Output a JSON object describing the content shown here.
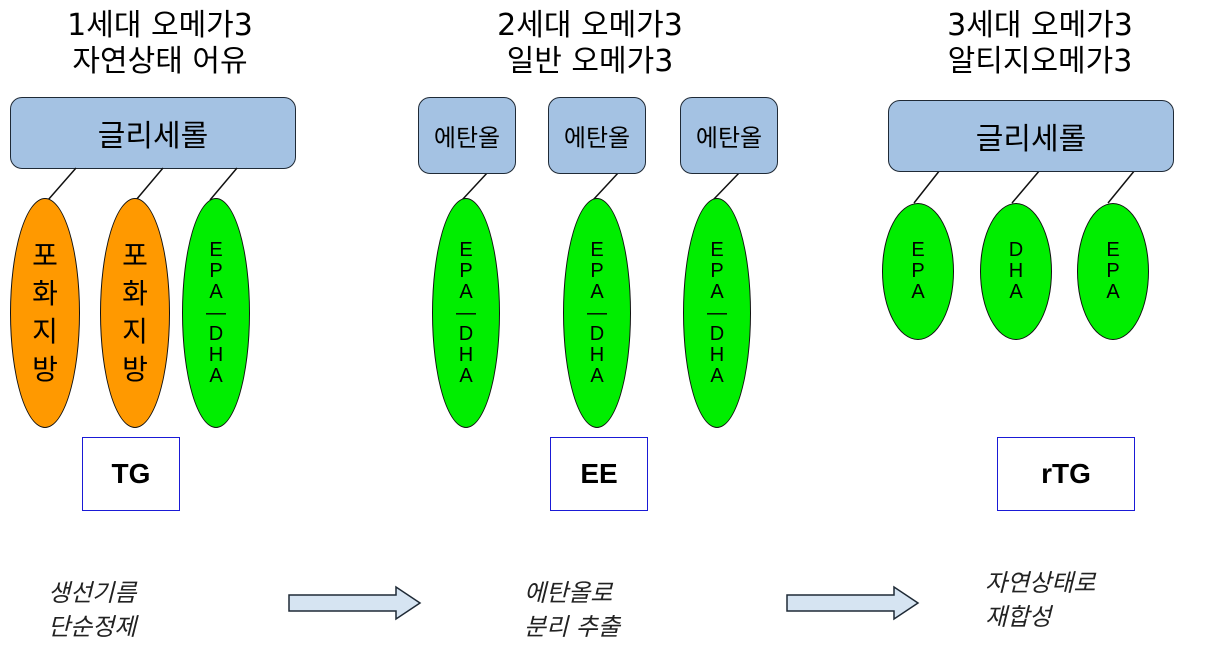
{
  "generations": [
    {
      "title_line1": "1세대 오메가3",
      "title_line2": "자연상태 어유",
      "backbone": "글리세롤",
      "chains": [
        {
          "label": "포화지방",
          "letters": [
            "포",
            "화",
            "지",
            "방"
          ]
        },
        {
          "label": "포화지방",
          "letters": [
            "포",
            "화",
            "지",
            "방"
          ]
        },
        {
          "label": "EPA DHA",
          "letters": [
            "E",
            "P",
            "A",
            "—",
            "D",
            "H",
            "A"
          ]
        }
      ],
      "box_label": "TG",
      "note_line1": "생선기름",
      "note_line2": "단순정제"
    },
    {
      "title_line1": "2세대 오메가3",
      "title_line2": "일반 오메가3",
      "backbones": [
        "에탄올",
        "에탄올",
        "에탄올"
      ],
      "chains": [
        {
          "label": "EPA DHA",
          "letters": [
            "E",
            "P",
            "A",
            "—",
            "D",
            "H",
            "A"
          ]
        },
        {
          "label": "EPA DHA",
          "letters": [
            "E",
            "P",
            "A",
            "—",
            "D",
            "H",
            "A"
          ]
        },
        {
          "label": "EPA DHA",
          "letters": [
            "E",
            "P",
            "A",
            "—",
            "D",
            "H",
            "A"
          ]
        }
      ],
      "box_label": "EE",
      "note_line1": "에탄올로",
      "note_line2": "분리 추출"
    },
    {
      "title_line1": "3세대 오메가3",
      "title_line2": "알티지오메가3",
      "backbone": "글리세롤",
      "chains": [
        {
          "label": "EPA",
          "letters": [
            "E",
            "P",
            "A"
          ]
        },
        {
          "label": "DHA",
          "letters": [
            "D",
            "H",
            "A"
          ]
        },
        {
          "label": "EPA",
          "letters": [
            "E",
            "P",
            "A"
          ]
        }
      ],
      "box_label": "rTG",
      "note_line1": "자연상태로",
      "note_line2": "재합성"
    }
  ],
  "colors": {
    "backbone_fill": "#a4c2e3",
    "saturated_fat": "#ff9900",
    "omega3_chain": "#00ee00",
    "box_border": "#1a1ad6",
    "arrow_fill": "#d6e4f2"
  }
}
